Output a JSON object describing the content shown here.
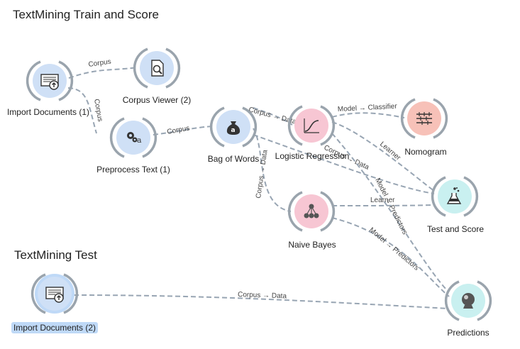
{
  "sections": [
    {
      "id": "train",
      "title": "TextMining Train and Score"
    },
    {
      "id": "test",
      "title": "TextMining Test"
    }
  ],
  "colors": {
    "data_node": "#cfe0f6",
    "text_node": "#cfe0f6",
    "model_node": "#f7c6d3",
    "visual_node": "#f7c1b8",
    "eval_node": "#c9f0f0",
    "link": "#98a5b3",
    "selection": "#bfd9f7"
  },
  "nodes": [
    {
      "id": "import1",
      "label": "Import Documents (1)",
      "icon": "import-documents-icon",
      "color": "#cfe0f6"
    },
    {
      "id": "corpusviewer",
      "label": "Corpus Viewer (2)",
      "icon": "corpus-viewer-icon",
      "color": "#cfe0f6"
    },
    {
      "id": "preprocess",
      "label": "Preprocess Text (1)",
      "icon": "preprocess-text-icon",
      "color": "#cfe0f6"
    },
    {
      "id": "bow",
      "label": "Bag of Words",
      "icon": "bag-of-words-icon",
      "color": "#cfe0f6"
    },
    {
      "id": "logreg",
      "label": "Logistic Regression",
      "icon": "logistic-regression-icon",
      "color": "#f7c6d3"
    },
    {
      "id": "nomogram",
      "label": "Nomogram",
      "icon": "nomogram-icon",
      "color": "#f7c1b8"
    },
    {
      "id": "naivebayes",
      "label": "Naive Bayes",
      "icon": "naive-bayes-icon",
      "color": "#f7c6d3"
    },
    {
      "id": "testscore",
      "label": "Test and Score",
      "icon": "test-and-score-icon",
      "color": "#c9f0f0"
    },
    {
      "id": "import2",
      "label": "Import Documents (2)",
      "icon": "import-documents-icon",
      "color": "#cfe0f6",
      "selected": true
    },
    {
      "id": "predictions",
      "label": "Predictions",
      "icon": "predictions-icon",
      "color": "#c9f0f0"
    }
  ],
  "links": [
    {
      "from": "import1",
      "to": "corpusviewer",
      "label": "Corpus"
    },
    {
      "from": "import1",
      "to": "preprocess",
      "label": "Corpus"
    },
    {
      "from": "preprocess",
      "to": "bow",
      "label": "Corpus"
    },
    {
      "from": "bow",
      "to": "logreg",
      "label": "Corpus → Data"
    },
    {
      "from": "bow",
      "to": "naivebayes",
      "label": "Corpus → Data"
    },
    {
      "from": "bow",
      "to": "testscore",
      "label": "Corpus → Data"
    },
    {
      "from": "logreg",
      "to": "nomogram",
      "label": "Model → Classifier"
    },
    {
      "from": "logreg",
      "to": "testscore",
      "label": "Learner"
    },
    {
      "from": "logreg",
      "to": "predictions",
      "label": "Model → Predictors"
    },
    {
      "from": "naivebayes",
      "to": "testscore",
      "label": "Learner"
    },
    {
      "from": "naivebayes",
      "to": "predictions",
      "label": "Model → Predictors"
    },
    {
      "from": "import2",
      "to": "predictions",
      "label": "Corpus → Data"
    }
  ]
}
